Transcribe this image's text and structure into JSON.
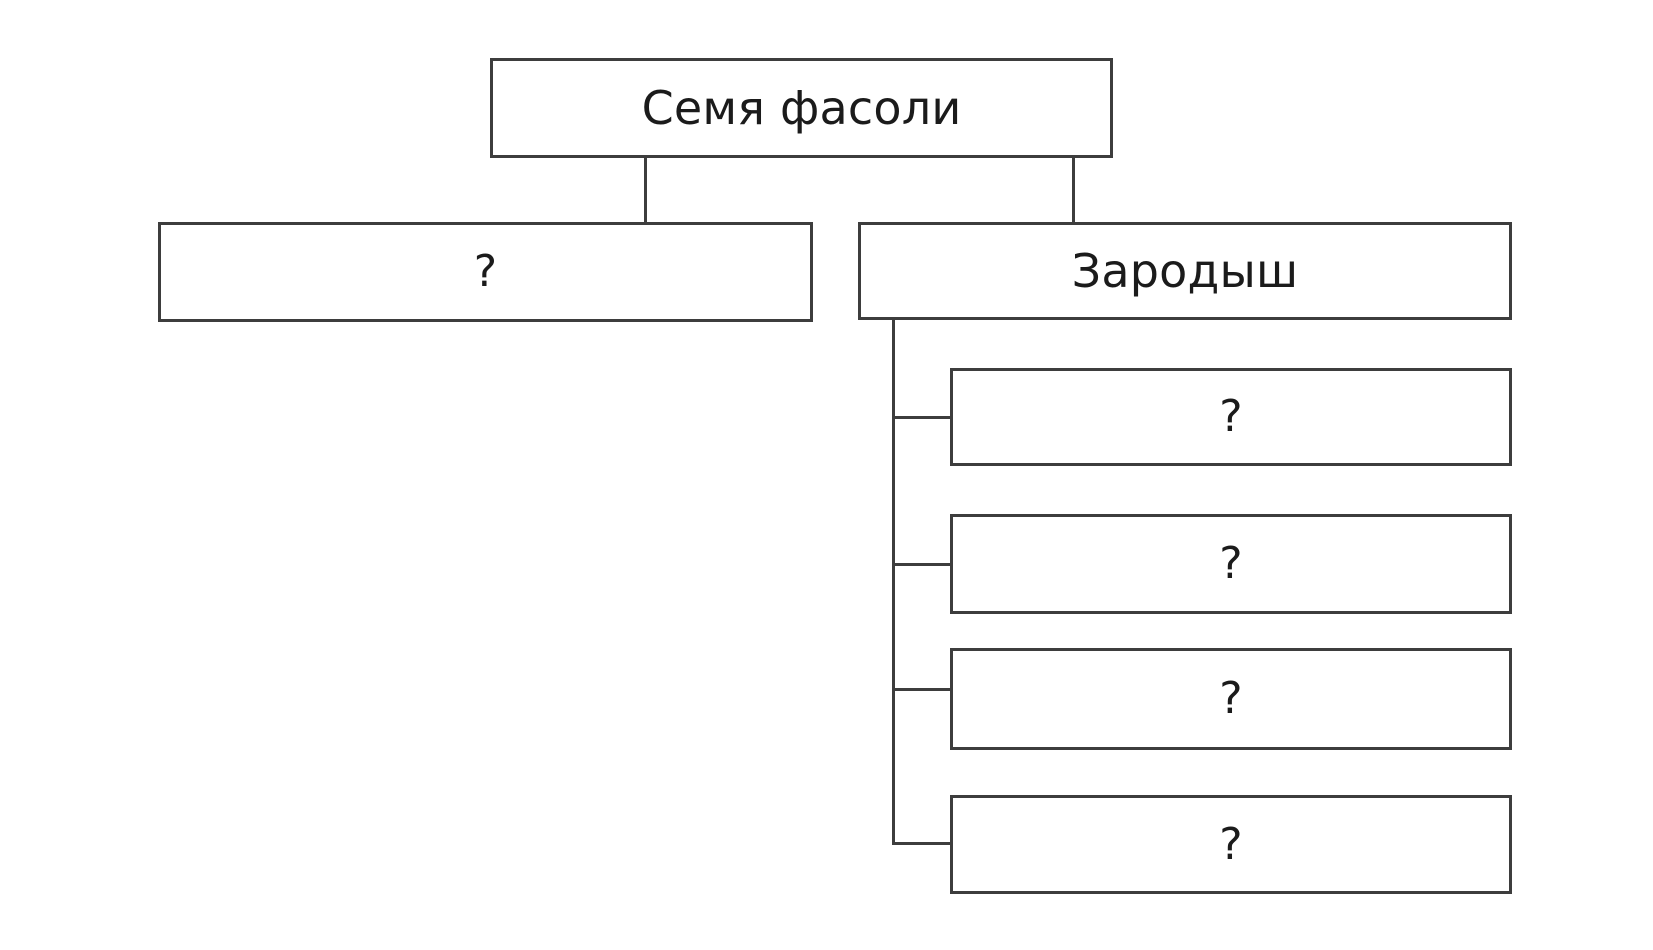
{
  "diagram": {
    "type": "hierarchy-tree",
    "background_color": "#ffffff",
    "line_color": "#3d3d3d",
    "text_color": "#1b1b1b",
    "placeholder_text": "?",
    "root": {
      "label": "Семя фасоли"
    },
    "level2": [
      {
        "label": "?",
        "is_placeholder": true
      },
      {
        "label": "Зародыш",
        "is_placeholder": false
      }
    ],
    "level3": [
      {
        "label": "?",
        "is_placeholder": true
      },
      {
        "label": "?",
        "is_placeholder": true
      },
      {
        "label": "?",
        "is_placeholder": true
      },
      {
        "label": "?",
        "is_placeholder": true
      }
    ]
  }
}
